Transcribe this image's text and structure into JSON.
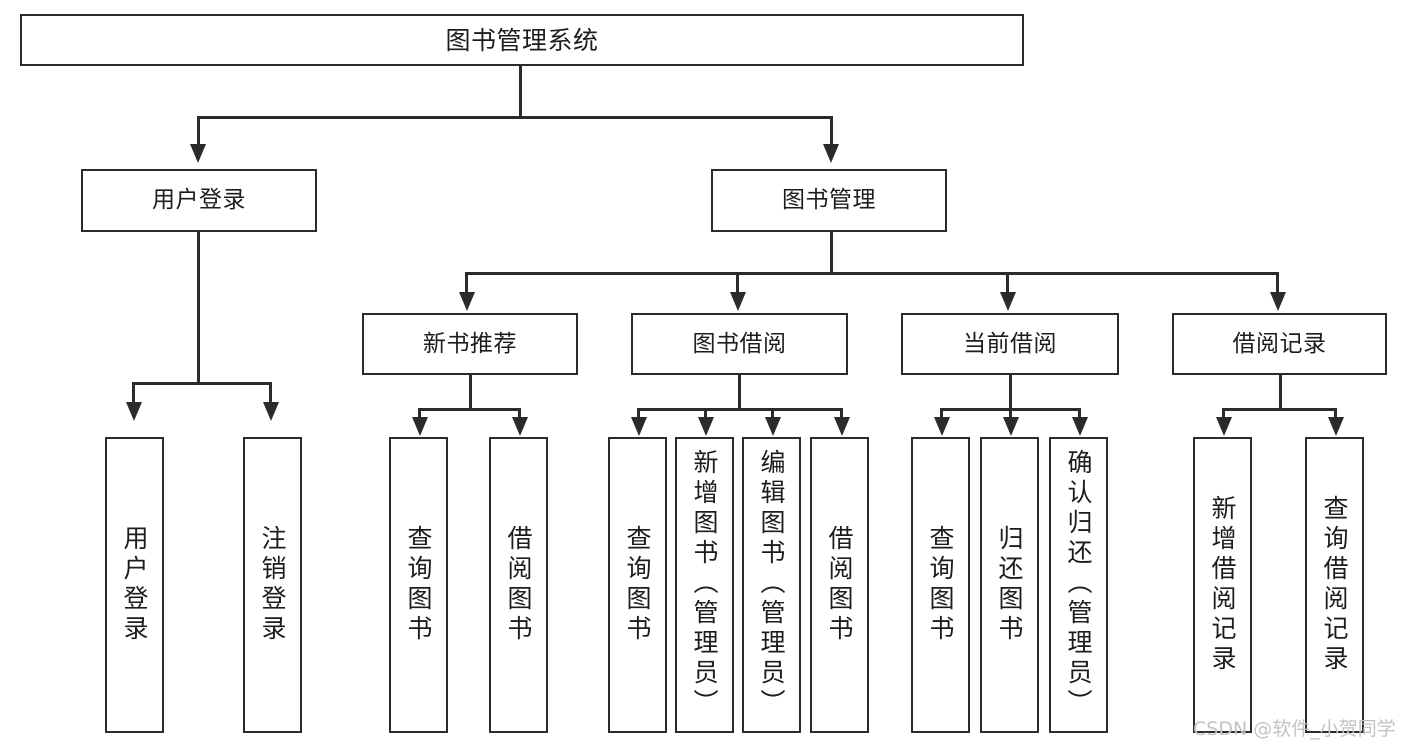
{
  "diagram": {
    "title": "图书管理系统",
    "root": {
      "label": "图书管理系统"
    },
    "level2": [
      {
        "label": "用户登录"
      },
      {
        "label": "图书管理"
      }
    ],
    "level3": [
      {
        "label": "新书推荐"
      },
      {
        "label": "图书借阅"
      },
      {
        "label": "当前借阅"
      },
      {
        "label": "借阅记录"
      }
    ],
    "leaves": {
      "user_login": [
        {
          "label": "用户登录"
        },
        {
          "label": "注销登录"
        }
      ],
      "new_book": [
        {
          "label": "查询图书"
        },
        {
          "label": "借阅图书"
        }
      ],
      "borrow_book": [
        {
          "label": "查询图书"
        },
        {
          "label": "新增图书（管理员）"
        },
        {
          "label": "编辑图书（管理员）"
        },
        {
          "label": "借阅图书"
        }
      ],
      "current_borrow": [
        {
          "label": "查询图书"
        },
        {
          "label": "归还图书"
        },
        {
          "label": "确认归还（管理员）"
        }
      ],
      "borrow_record": [
        {
          "label": "新增借阅记录"
        },
        {
          "label": "查询借阅记录"
        }
      ]
    }
  },
  "watermark": {
    "text": "CSDN @软件_小贺同学"
  },
  "colors": {
    "stroke": "#2b2b2b",
    "fill": "#ffffff",
    "text": "#1d1d1d",
    "watermark": "#c3c3c3"
  }
}
